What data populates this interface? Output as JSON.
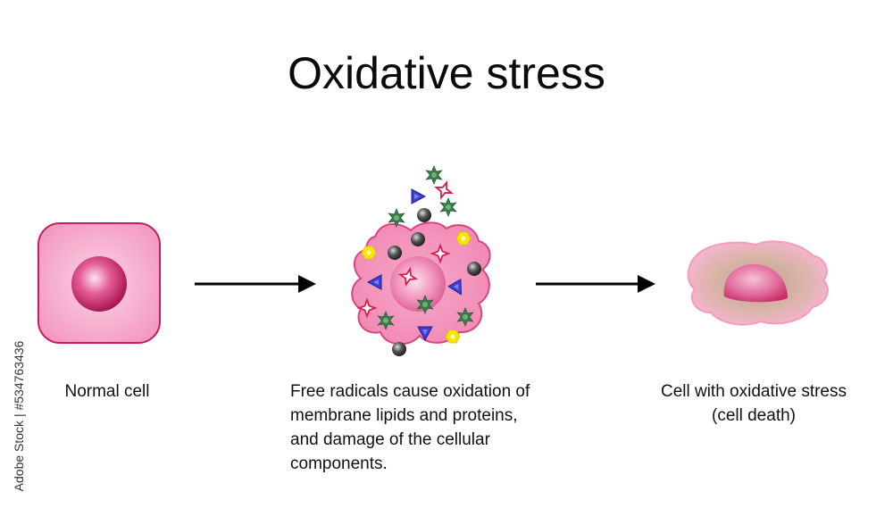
{
  "title": "Oxidative stress",
  "captions": {
    "normal": [
      "Normal cell"
    ],
    "free_radicals": [
      "Free radicals cause oxidation of",
      "membrane lipids and proteins,",
      "and damage of the cellular",
      "components."
    ],
    "stressed": [
      "Cell with oxidative stress",
      "(cell death)"
    ]
  },
  "side_label": "Adobe Stock | #534763436",
  "colors": {
    "cell_pink": "#f5a3c4",
    "cell_border": "#c41e5e",
    "nucleus": "#c2185b",
    "arrow": "#000000",
    "radical_green": "#3a7d4a",
    "radical_blue": "#3b3fd6",
    "radical_red": "#d81b4a",
    "radical_yellow": "#f5e600",
    "radical_gray": "#3a3a3a"
  }
}
